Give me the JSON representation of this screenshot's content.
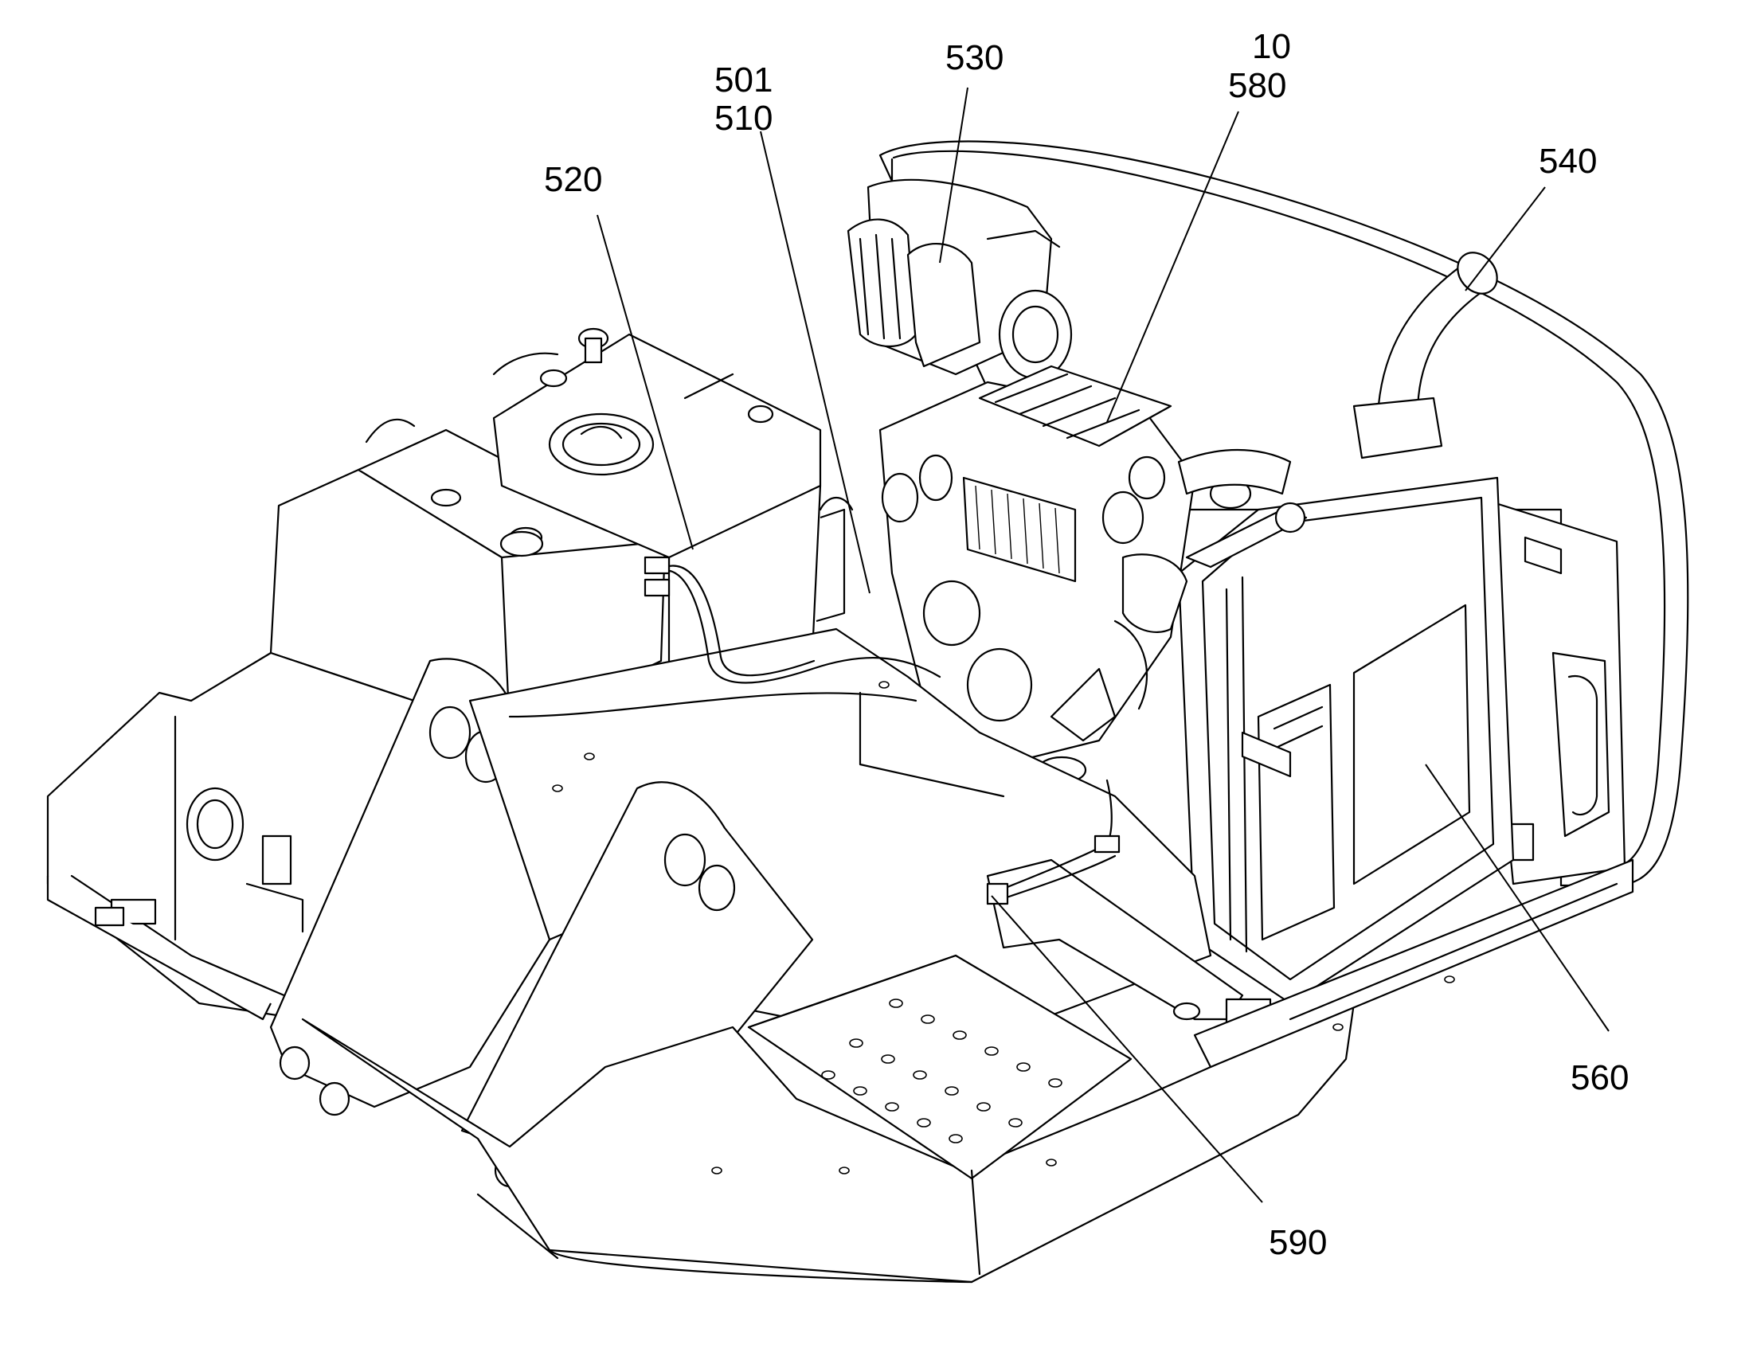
{
  "labels": {
    "l520": "520",
    "l501": "501",
    "l510": "510",
    "l530": "530",
    "l10": "10",
    "l580": "580",
    "l540": "540",
    "l560": "560",
    "l590": "590"
  }
}
